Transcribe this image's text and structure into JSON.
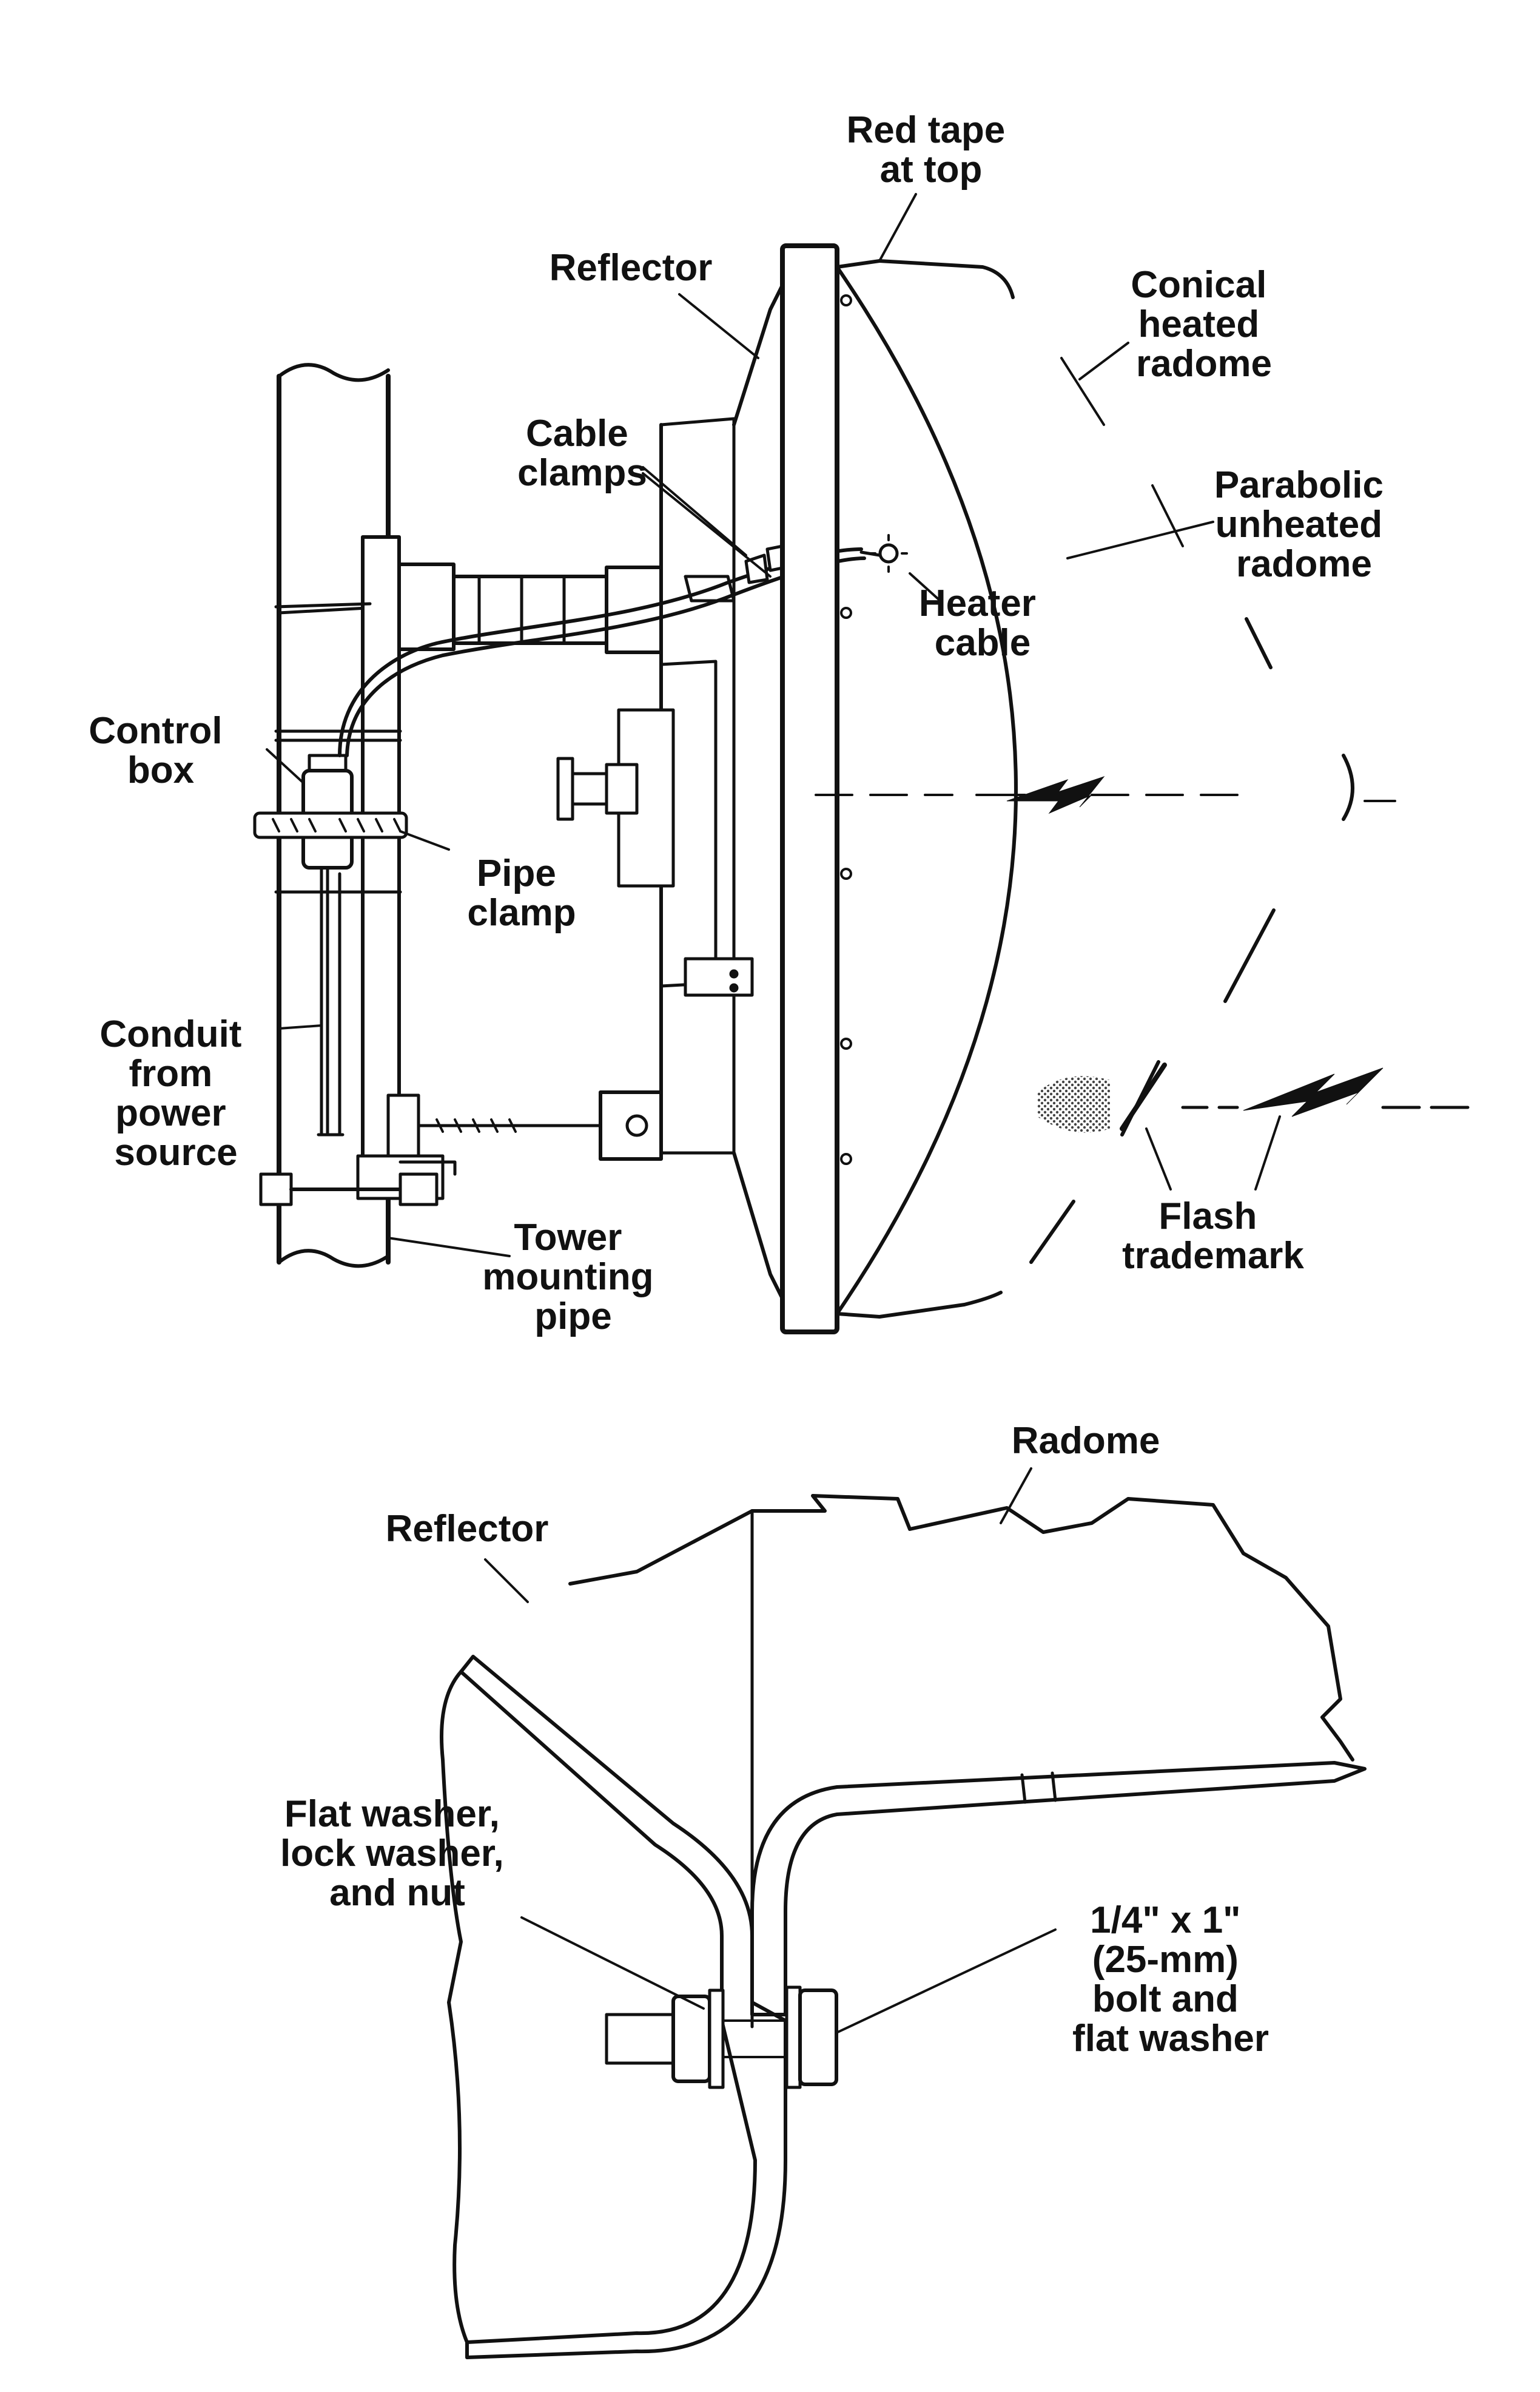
{
  "top_figure": {
    "labels": {
      "red_tape": [
        "Red tape",
        "at top"
      ],
      "reflector": [
        "Reflector"
      ],
      "conical_radome": [
        "Conical",
        "heated",
        "radome"
      ],
      "cable_clamps": [
        "Cable",
        "clamps"
      ],
      "parabolic_radome": [
        "Parabolic",
        "unheated",
        "radome"
      ],
      "heater_cable": [
        "Heater",
        "cable"
      ],
      "control_box": [
        "Control",
        "box"
      ],
      "pipe_clamp": [
        "Pipe",
        "clamp"
      ],
      "conduit": [
        "Conduit",
        "from",
        "power",
        "source"
      ],
      "tower_pipe": [
        "Tower",
        "mounting",
        "pipe"
      ],
      "flash_trademark": [
        "Flash",
        "trademark"
      ]
    }
  },
  "bottom_figure": {
    "labels": {
      "radome": [
        "Radome"
      ],
      "reflector": [
        "Reflector"
      ],
      "washers": [
        "Flat washer,",
        "lock washer,",
        "and nut"
      ],
      "bolt": [
        "1/4\" x 1\"",
        "(25-mm)",
        "bolt and",
        "flat washer"
      ]
    }
  }
}
